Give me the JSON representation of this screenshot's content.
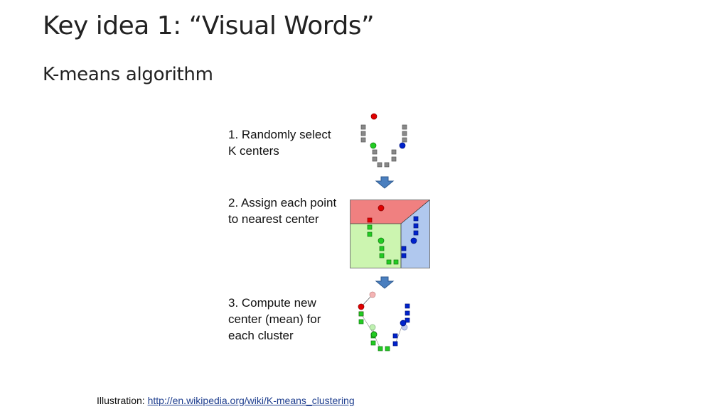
{
  "slide": {
    "title": "Key idea 1: “Visual Words”",
    "subtitle": "K-means algorithm"
  },
  "steps": [
    {
      "label": "1. Randomly select K centers"
    },
    {
      "label": "2. Assign each point to nearest center"
    },
    {
      "label": "3. Compute new center (mean) for each cluster"
    }
  ],
  "footer": {
    "prefix": "Illustration: ",
    "link_text": "http://en.wikipedia.org/wiki/K-means_clustering"
  },
  "colors": {
    "cluster_red": "#e00000",
    "cluster_green": "#22cc22",
    "cluster_blue": "#0022cc",
    "unassigned_gray": "#888888",
    "region_red": "#f08080",
    "region_green": "#ccf5b0",
    "region_blue": "#b0c8ee",
    "arrow": "#4a7fbf"
  },
  "icons": [
    "down-arrow-icon"
  ]
}
